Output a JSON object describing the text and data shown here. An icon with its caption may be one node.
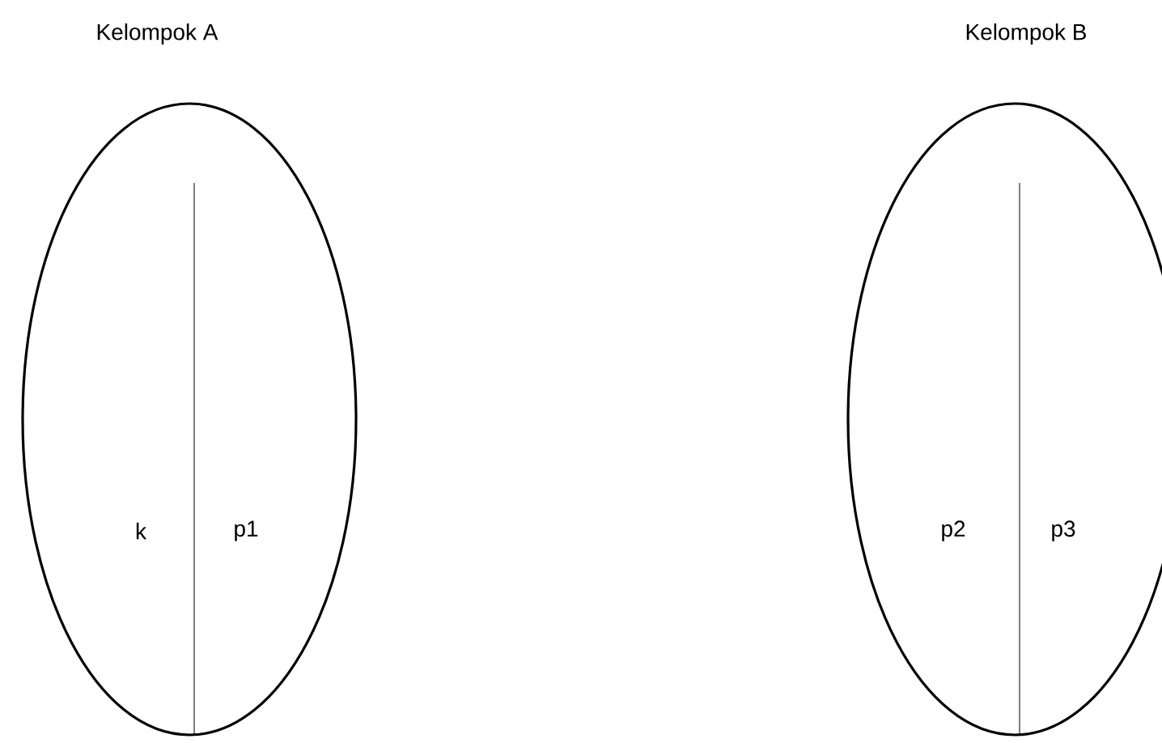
{
  "diagram": {
    "nodes": [
      {
        "text": [
          "Kelompok A",
          "k",
          "p1"
        ]
      },
      {
        "text": [
          "Kelompok B",
          "p2",
          "p3"
        ]
      }
    ]
  }
}
